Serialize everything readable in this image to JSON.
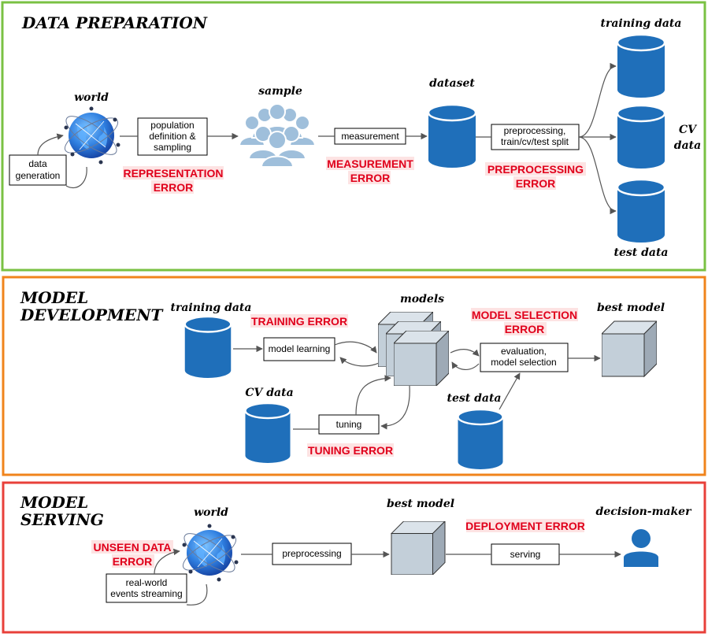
{
  "sections": {
    "data_preparation": {
      "title": "DATA PREPARATION",
      "border_color": "#7ac143",
      "labels": {
        "world": "world",
        "sample": "sample",
        "dataset": "dataset",
        "training_data": "training data",
        "cv_data_line1": "CV",
        "cv_data_line2": "data",
        "test_data": "test data"
      },
      "boxes": {
        "data_generation": [
          "data",
          "generation"
        ],
        "population": [
          "population",
          "definition &",
          "sampling"
        ],
        "measurement": [
          "measurement"
        ],
        "preprocessing_split": [
          "preprocessing,",
          "train/cv/test split"
        ]
      },
      "errors": {
        "representation": [
          "REPRESENTATION",
          "ERROR"
        ],
        "measurement": [
          "MEASUREMENT",
          "ERROR"
        ],
        "preprocessing": [
          "PREPROCESSING",
          "ERROR"
        ]
      }
    },
    "model_development": {
      "title_line1": "MODEL",
      "title_line2": "DEVELOPMENT",
      "border_color": "#f0841c",
      "labels": {
        "training_data": "training data",
        "models": "models",
        "best_model": "best model",
        "cv_data": "CV data",
        "test_data": "test data"
      },
      "boxes": {
        "model_learning": [
          "model learning"
        ],
        "evaluation": [
          "evaluation,",
          "model selection"
        ],
        "tuning": [
          "tuning"
        ]
      },
      "errors": {
        "training": [
          "TRAINING ERROR"
        ],
        "model_selection": [
          "MODEL SELECTION",
          "ERROR"
        ],
        "tuning": [
          "TUNING ERROR"
        ]
      }
    },
    "model_serving": {
      "title_line1": "MODEL",
      "title_line2": "SERVING",
      "border_color": "#e8403a",
      "labels": {
        "world": "world",
        "best_model": "best model",
        "decision_maker": "decision-maker"
      },
      "boxes": {
        "real_world": [
          "real-world",
          "events streaming"
        ],
        "preprocessing": [
          "preprocessing"
        ],
        "serving": [
          "serving"
        ]
      },
      "errors": {
        "unseen": [
          "UNSEEN DATA",
          "ERROR"
        ],
        "deployment": [
          "DEPLOYMENT ERROR"
        ]
      }
    }
  },
  "colors": {
    "database": "#1f6fba",
    "cube": "#c3cfd9",
    "person_icon": "#1f6fba",
    "error_text": "#e0001b",
    "error_bg": "#fde3e3"
  }
}
